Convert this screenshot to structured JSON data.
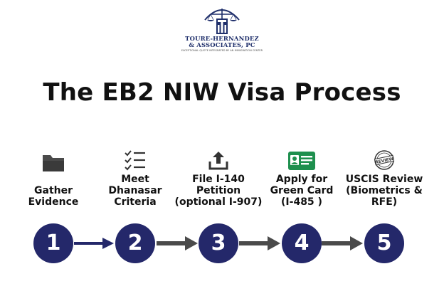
{
  "logo": {
    "line1": "TOURE-HERNANDEZ",
    "line2": "& ASSOCIATES, PC",
    "tagline": "EXCEPTIONAL QUOTE INTEGRATED BY AN IMMIGRATION CENTER"
  },
  "title": "The EB2 NIW Visa Process",
  "steps": [
    {
      "number": "1",
      "label": "Gather\nEvidence",
      "icon": "folder-icon"
    },
    {
      "number": "2",
      "label": "Meet\nDhanasar\nCriteria",
      "icon": "checklist-icon"
    },
    {
      "number": "3",
      "label": "File I-140\nPetition\n(optional I-907)",
      "icon": "upload-icon"
    },
    {
      "number": "4",
      "label": "Apply for\nGreen Card\n(I-485 )",
      "icon": "id-card-icon"
    },
    {
      "number": "5",
      "label": "USCIS Review\n(Biometrics &\nRFE)",
      "icon": "review-stamp-icon"
    }
  ],
  "review_stamp_text": "REVIEW",
  "colors": {
    "circle": "#24286a",
    "first_arrow": "#24286a",
    "arrow": "#4a4a4a",
    "green_card": "#1e8f4e"
  }
}
